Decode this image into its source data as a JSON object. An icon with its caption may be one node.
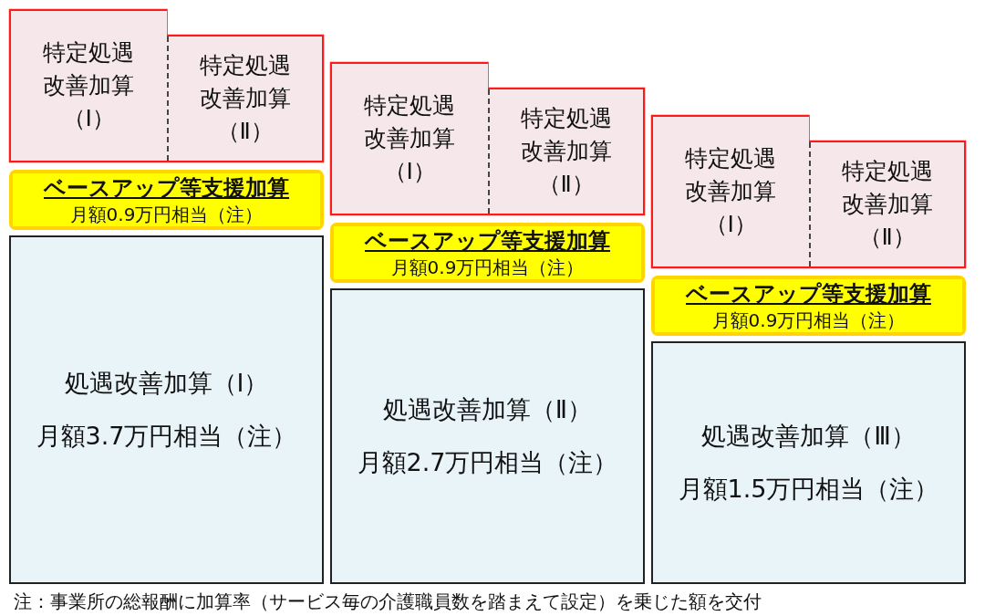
{
  "diagram": {
    "nodes": [
      {
        "text": [
          "特定処遇改善加算（Ⅰ）"
        ]
      },
      {
        "text": [
          "特定処遇改善加算（Ⅱ）"
        ]
      },
      {
        "text": [
          "ベースアップ等支援加算",
          "月額0.9万円相当（注）"
        ]
      },
      {
        "text": [
          "処遇改善加算（Ⅰ）",
          "月額3.7万円相当（注）"
        ]
      },
      {
        "text": [
          "特定処遇改善加算（Ⅰ）"
        ]
      },
      {
        "text": [
          "特定処遇改善加算（Ⅱ）"
        ]
      },
      {
        "text": [
          "ベースアップ等支援加算",
          "月額0.9万円相当（注）"
        ]
      },
      {
        "text": [
          "処遇改善加算（Ⅱ）",
          "月額2.7万円相当（注）"
        ]
      },
      {
        "text": [
          "特定処遇改善加算（Ⅰ）"
        ]
      },
      {
        "text": [
          "特定処遇改善加算（Ⅱ）"
        ]
      },
      {
        "text": [
          "ベースアップ等支援加算",
          "月額0.9万円相当（注）"
        ]
      },
      {
        "text": [
          "処遇改善加算（Ⅲ）",
          "月額1.5万円相当（注）"
        ]
      }
    ],
    "labels": [
      "注：事業所の総報酬に加算率（サービス毎の介護職員数を踏まえて設定）を乗じた額を交付"
    ]
  }
}
